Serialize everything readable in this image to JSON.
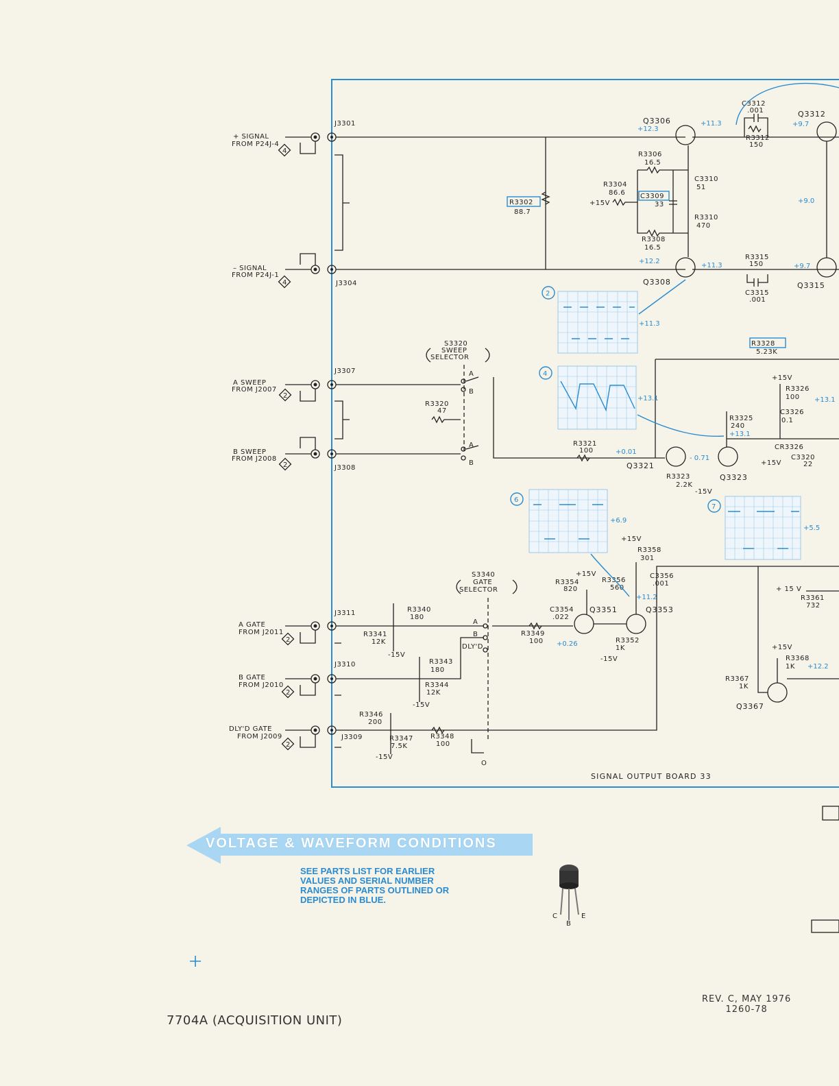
{
  "inputs": [
    {
      "label": "+ SIGNAL",
      "src": "FROM P24J-4",
      "ref": "4",
      "jack": "J3301"
    },
    {
      "label": "– SIGNAL",
      "src": "FROM P24J-1",
      "ref": "4",
      "jack": "J3304"
    },
    {
      "label": "A SWEEP",
      "src": "FROM J2007",
      "ref": "2",
      "jack": "J3307"
    },
    {
      "label": "B SWEEP",
      "src": "FROM J2008",
      "ref": "2",
      "jack": "J3308"
    },
    {
      "label": "A GATE",
      "src": "FROM J2011",
      "ref": "2",
      "jack": "J3311"
    },
    {
      "label": "B GATE",
      "src": "FROM J2010",
      "ref": "2",
      "jack": "J3310"
    },
    {
      "label": "DLY'D GATE",
      "src": "FROM J2009",
      "ref": "2",
      "jack": "J3309"
    }
  ],
  "switches": {
    "sweep": {
      "name": "S3320",
      "l1": "SWEEP",
      "l2": "SELECTOR"
    },
    "gate": {
      "name": "S3340",
      "l1": "GATE",
      "l2": "SELECTOR"
    }
  },
  "components": {
    "q3306": "Q3306",
    "q3308": "Q3308",
    "q3312": "Q3312",
    "q3315": "Q3315",
    "q3321": "Q3321",
    "q3323": "Q3323",
    "q3351": "Q3351",
    "q3353": "Q3353",
    "q3367": "Q3367",
    "r3302": "R3302",
    "r3302v": "88.7",
    "r3304": "R3304",
    "r3304v": "86.6",
    "r3306": "R3306",
    "r3306v": "16.5",
    "r3308": "R3308",
    "r3308v": "16.5",
    "r3310": "R3310",
    "r3310v": "470",
    "c3309": "C3309",
    "c3309v": "33",
    "c3310": "C3310",
    "c3310v": "51",
    "c3312": "C3312",
    "c3312v": ".001",
    "r3312": "R3312",
    "r3312v": "150",
    "r3315": "R3315",
    "r3315v": "150",
    "c3315": "C3315",
    "c3315v": ".001",
    "r3328": "R3328",
    "r3328v": "5.23K",
    "r3326": "R3326",
    "r3326v": "100",
    "c3326": "C3326",
    "c3326v": "0.1",
    "r3325": "R3325",
    "r3325v": "240",
    "cr3326": "CR3326",
    "c3320": "C3320",
    "c3320v": "22",
    "r3320": "R3320",
    "r3320v": "47",
    "r3321": "R3321",
    "r3321v": "100",
    "r3323": "R3323",
    "r3323v": "2.2K",
    "r3340": "R3340",
    "r3340v": "180",
    "r3341": "R3341",
    "r3341v": "12K",
    "r3343": "R3343",
    "r3343v": "180",
    "r3344": "R3344",
    "r3344v": "12K",
    "r3346": "R3346",
    "r3346v": "200",
    "r3347": "R3347",
    "r3347v": "7.5K",
    "r3348": "R3348",
    "r3348v": "100",
    "r3349": "R3349",
    "r3349v": "100",
    "r3354": "R3354",
    "r3354v": "820",
    "c3354": "C3354",
    "c3354v": ".022",
    "r3356": "R3356",
    "r3356v": "560",
    "c3356": "C3356",
    "c3356v": ".001",
    "r3358": "R3358",
    "r3358v": "301",
    "r3352": "R3352",
    "r3352v": "1K",
    "r3361": "R3361",
    "r3361v": "732",
    "r3368": "R3368",
    "r3368v": "1K",
    "r3367": "R3367",
    "r3367v": "1K"
  },
  "rails": {
    "p15": "+15V",
    "m15": "-15V",
    "p15b": "+ 15 V"
  },
  "voltages": {
    "v1": "+12.3",
    "v2": "+11.3",
    "v3": "+9.7",
    "v4": "+9.0",
    "v5": "+12.2",
    "v6": "+11.3",
    "v7": "+9.7",
    "v8": "+11.3",
    "v9": "+13.1",
    "v10": "+13.1",
    "v11": "+0.01",
    "v12": "- 0.71",
    "v13": "+6.9",
    "v14": "+11.2",
    "v15": "+0.26",
    "v16": "+5.5",
    "v17": "+12.2"
  },
  "waveforms": {
    "w2": "2",
    "w4": "4",
    "w6": "6",
    "w7": "7"
  },
  "switch_pos": {
    "a": "A",
    "b": "B",
    "dlyd": "DLY'D",
    "o": "O"
  },
  "board": "SIGNAL OUTPUT BOARD 33",
  "banner": "VOLTAGE & WAVEFORM CONDITIONS",
  "note": "SEE PARTS LIST FOR EARLIER VALUES AND SERIAL NUMBER RANGES OF PARTS OUTLINED OR DEPICTED IN BLUE.",
  "pinout": {
    "c": "C",
    "b": "B",
    "e": "E"
  },
  "footer_left": "7704A (ACQUISITION UNIT)",
  "footer_rev": "REV. C, MAY 1976",
  "footer_num": "1260-78",
  "colors": {
    "accent": "#2a8bd0",
    "ink": "#222222",
    "paper": "#f6f3e8"
  }
}
